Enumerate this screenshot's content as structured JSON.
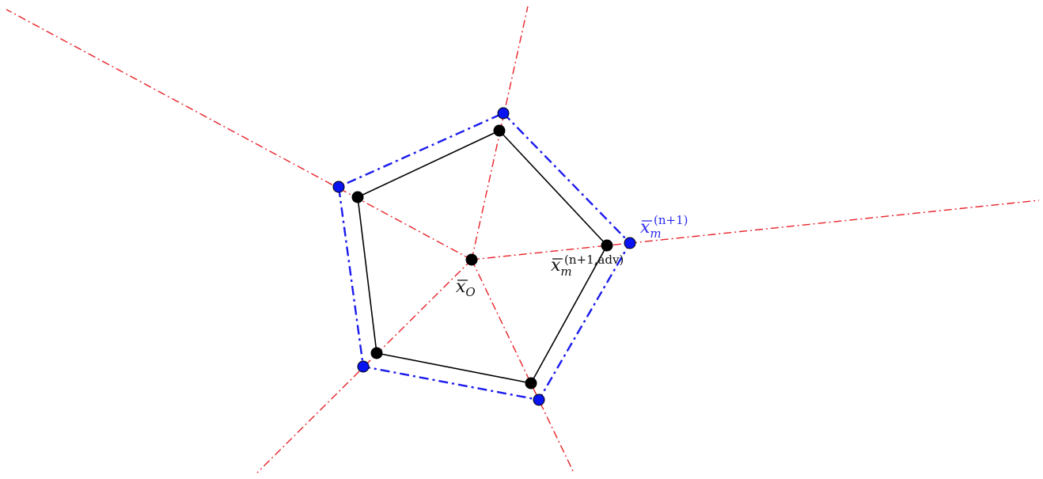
{
  "labels": {
    "center": {
      "base": "x",
      "sub": "O"
    },
    "outer_point": {
      "base": "x",
      "sub": "m",
      "sup": "(n+1)"
    },
    "inner_point": {
      "base": "x",
      "sub": "m",
      "sup": "(n+1,adv)"
    }
  },
  "colors": {
    "rays": "#e8222a",
    "outer_polygon": "#1a1aee",
    "outer_points": "#0a14f0",
    "inner_polygon": "#000000",
    "inner_points": "#000000",
    "label_outer": "#2a2aee",
    "label_inner": "#111111"
  }
}
